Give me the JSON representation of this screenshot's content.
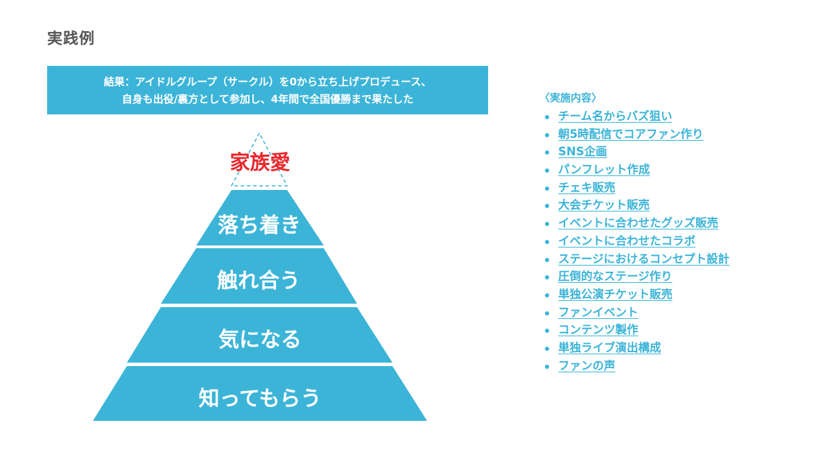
{
  "page": {
    "title": "実践例"
  },
  "result": {
    "line1": "結果：アイドルグループ（サークル）を0から立ち上げプロデュース、",
    "line2": "自身も出役/裏方として参加し、4年間で全国優勝まで果たした"
  },
  "pyramid": {
    "top": "家族愛",
    "tiers": [
      "落ち着き",
      "触れ合う",
      "気になる",
      "知ってもらう"
    ]
  },
  "activities": {
    "heading": "〈実施内容〉",
    "items": [
      "チーム名からバズ狙い",
      "朝5時配信でコアファン作り",
      "SNS企画",
      "パンフレット作成",
      "チェキ販売",
      "大会チケット販売",
      "イベントに合わせたグッズ販売",
      "イベントに合わせたコラボ",
      "ステージにおけるコンセプト設計",
      "圧倒的なステージ作り",
      "単独公演チケット販売",
      "ファンイベント",
      "コンテンツ製作",
      "単独ライブ演出構成",
      "ファンの声"
    ]
  },
  "colors": {
    "accent": "#3cb4d8",
    "top_label": "#e8282d",
    "title": "#555555"
  }
}
